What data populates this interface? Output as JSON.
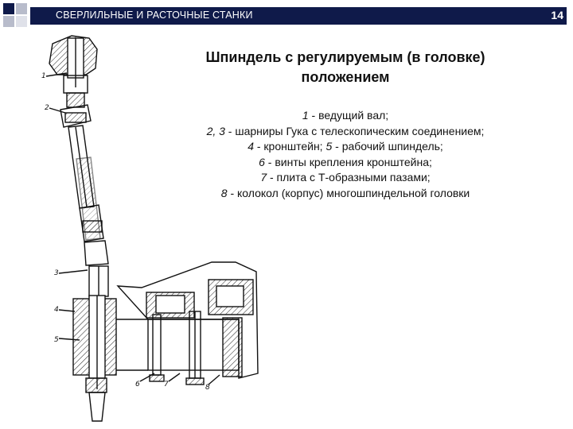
{
  "header": {
    "title": "СВЕРЛИЛЬНЫЕ И РАСТОЧНЫЕ СТАНКИ",
    "page_number": "14",
    "bar_color": "#0f1a4a"
  },
  "slide": {
    "title": "Шпиндель с регулируемым (в головке) положением"
  },
  "legend": [
    {
      "num": "1",
      "text": " - ведущий вал;"
    },
    {
      "num": "2, 3",
      "text": " - шарниры Гука с телескопическим соединением;"
    },
    {
      "num": "4",
      "text": " - кронштейн;  "
    },
    {
      "num": "5",
      "text": " - рабочий шпиндель;"
    },
    {
      "num": "6",
      "text": " - винты крепления кронштейна;"
    },
    {
      "num": "7",
      "text": " - плита с Т-образными пазами;"
    },
    {
      "num": "8",
      "text": " - колокол (корпус) многошпиндельной головки"
    }
  ],
  "drawing_labels": [
    "1",
    "2",
    "3",
    "4",
    "5",
    "6",
    "7",
    "8"
  ]
}
